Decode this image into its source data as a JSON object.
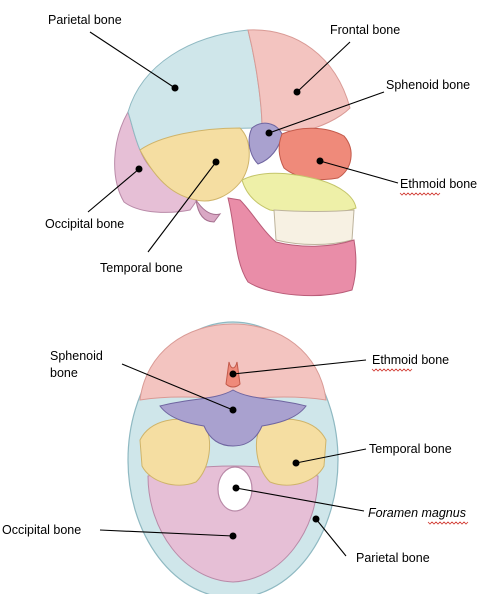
{
  "side_view": {
    "labels": {
      "parietal": "Parietal bone",
      "frontal": "Frontal bone",
      "sphenoid": "Sphenoid bone",
      "ethmoid": "Ethmoid bone",
      "occipital": "Occipital bone",
      "temporal": "Temporal bone"
    }
  },
  "base_view": {
    "labels": {
      "sphenoid_line1": "Sphenoid",
      "sphenoid_line2": "bone",
      "ethmoid": "Ethmoid bone",
      "temporal": "Temporal bone",
      "foramen": "Foramen magnus",
      "occipital": "Occipital bone",
      "parietal": "Parietal bone"
    }
  },
  "colors": {
    "parietal": "#cfe6ea",
    "frontal": "#f3c4c0",
    "sphenoid": "#a9a1cf",
    "ethmoid": "#ef8a7a",
    "temporal": "#f5dea2",
    "occipital": "#e6bfd6",
    "maxilla": "#eef0a8",
    "mandible": "#e98da8",
    "teeth": "#f7f1e3"
  }
}
